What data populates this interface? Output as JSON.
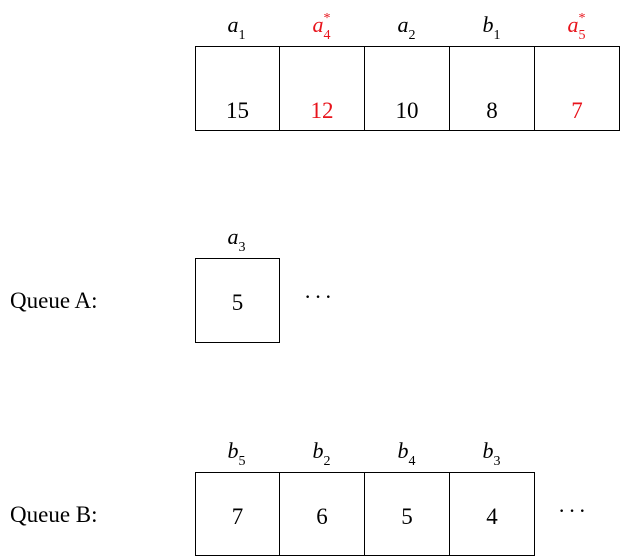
{
  "colors": {
    "highlight": "#e8141c",
    "normal": "#000000"
  },
  "top_row": {
    "cells": [
      {
        "letter": "a",
        "index": "1",
        "star": "",
        "value": "15",
        "highlight": false
      },
      {
        "letter": "a",
        "index": "4",
        "star": "*",
        "value": "12",
        "highlight": true
      },
      {
        "letter": "a",
        "index": "2",
        "star": "",
        "value": "10",
        "highlight": false
      },
      {
        "letter": "b",
        "index": "1",
        "star": "",
        "value": "8",
        "highlight": false
      },
      {
        "letter": "a",
        "index": "5",
        "star": "*",
        "value": "7",
        "highlight": true
      }
    ]
  },
  "queue_a": {
    "label": "Queue A:",
    "ellipsis": "···",
    "cells": [
      {
        "letter": "a",
        "index": "3",
        "star": "",
        "value": "5",
        "highlight": false
      }
    ]
  },
  "queue_b": {
    "label": "Queue B:",
    "ellipsis": "···",
    "cells": [
      {
        "letter": "b",
        "index": "5",
        "star": "",
        "value": "7",
        "highlight": false
      },
      {
        "letter": "b",
        "index": "2",
        "star": "",
        "value": "6",
        "highlight": false
      },
      {
        "letter": "b",
        "index": "4",
        "star": "",
        "value": "5",
        "highlight": false
      },
      {
        "letter": "b",
        "index": "3",
        "star": "",
        "value": "4",
        "highlight": false
      }
    ]
  }
}
